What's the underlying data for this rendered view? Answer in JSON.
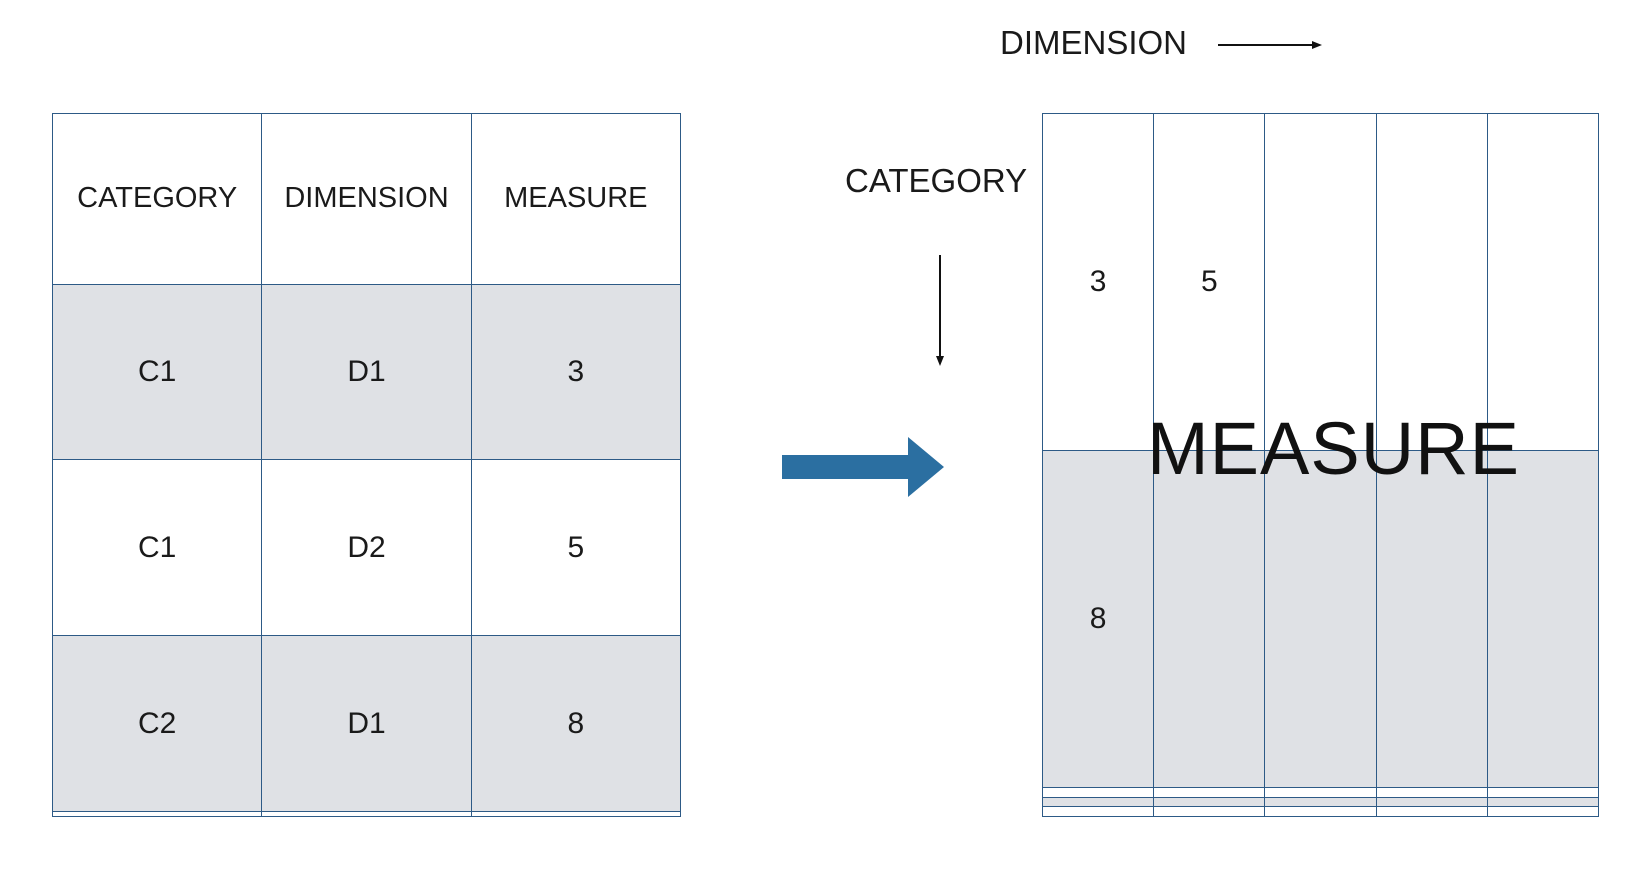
{
  "long_table": {
    "headers": [
      "CATEGORY",
      "DIMENSION",
      "MEASURE"
    ],
    "rows": [
      [
        "C1",
        "D1",
        "3"
      ],
      [
        "C1",
        "D2",
        "5"
      ],
      [
        "C2",
        "D1",
        "8"
      ],
      [
        "",
        "",
        ""
      ]
    ]
  },
  "wide_table": {
    "axis_labels": {
      "columns": "DIMENSION",
      "rows": "CATEGORY",
      "values": "MEASURE"
    },
    "cells": [
      [
        "3",
        "5",
        "",
        "",
        ""
      ],
      [
        "8",
        "",
        "",
        "",
        ""
      ],
      [
        "",
        "",
        "",
        "",
        ""
      ],
      [
        "",
        "",
        "",
        "",
        ""
      ],
      [
        "",
        "",
        "",
        "",
        ""
      ]
    ]
  },
  "colors": {
    "grid_line": "#2d5a86",
    "shaded_row": "#dfe1e5",
    "arrow_fill": "#2b6fa1"
  },
  "icons": {
    "transform_arrow": "right-arrow-icon",
    "dimension_arrow": "arrow-right-icon",
    "category_arrow": "arrow-down-icon"
  }
}
